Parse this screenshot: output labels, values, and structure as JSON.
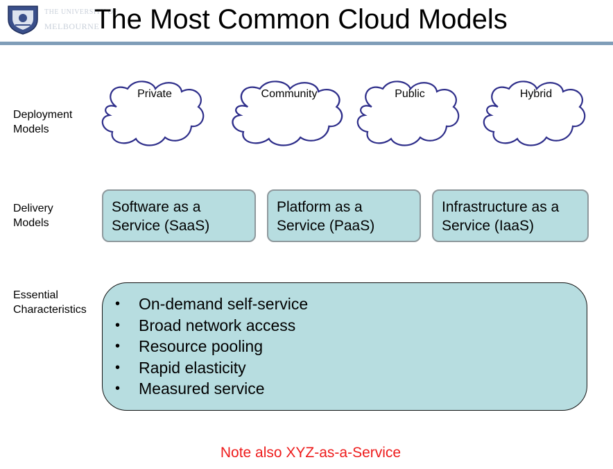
{
  "header": {
    "title": "The Most Common Cloud Models"
  },
  "colors": {
    "rule": "#7f9db8",
    "box_fill": "#b7dde0",
    "cloud_stroke": "#2e2e8a",
    "note": "#ee1b1b"
  },
  "deployment": {
    "label": "Deployment Models",
    "clouds": [
      {
        "label": "Private",
        "icon": "cloud-icon"
      },
      {
        "label": "Community",
        "icon": "cloud-icon"
      },
      {
        "label": "Public",
        "icon": "cloud-icon"
      },
      {
        "label": "Hybrid",
        "icon": "cloud-icon"
      }
    ]
  },
  "delivery": {
    "label": "Delivery Models",
    "boxes": [
      {
        "label": "Software as a Service (SaaS)"
      },
      {
        "label": "Platform as a Service (PaaS)"
      },
      {
        "label": "Infrastructure as a Service (IaaS)"
      }
    ]
  },
  "essential": {
    "label": "Essential Characteristics",
    "bullet": "•",
    "items": [
      "On-demand self-service",
      "Broad network access",
      "Resource pooling",
      "Rapid elasticity",
      "Measured service"
    ]
  },
  "note": "Note also XYZ-as-a-Service"
}
